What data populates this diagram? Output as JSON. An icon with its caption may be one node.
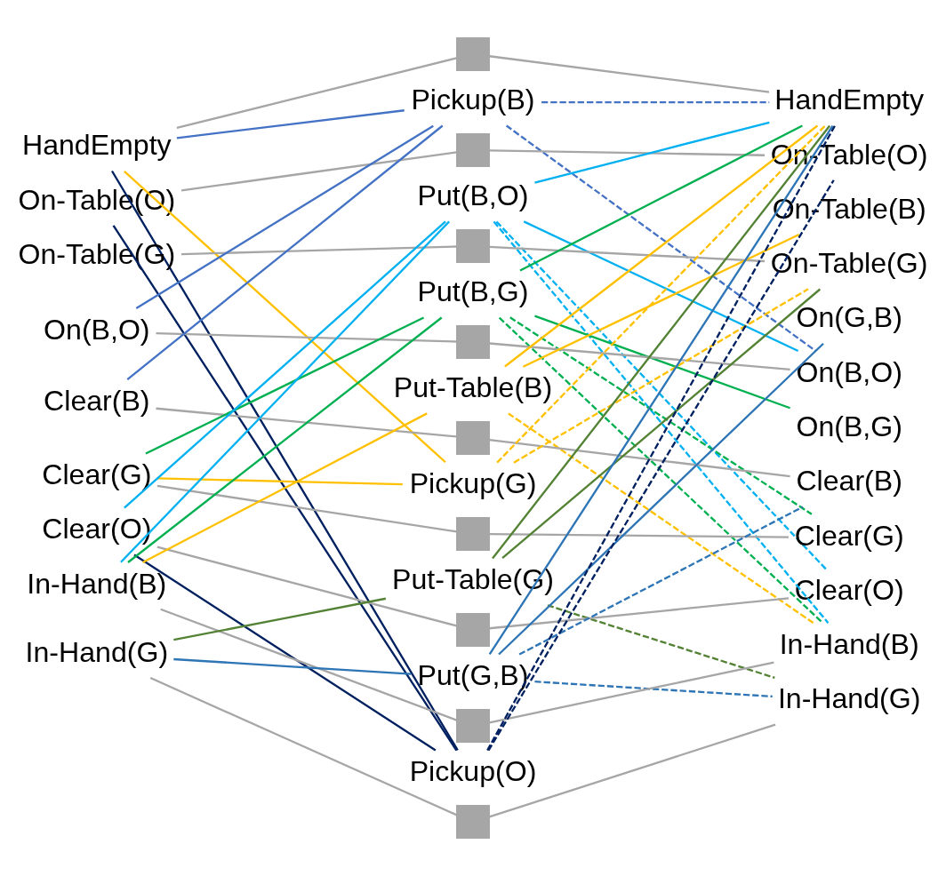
{
  "diagram": {
    "nodes": [
      {
        "text": [
          "HandEmpty"
        ]
      },
      {
        "text": [
          "On-Table(O)"
        ]
      },
      {
        "text": [
          "On-Table(G)"
        ]
      },
      {
        "text": [
          "On(B,O)"
        ]
      },
      {
        "text": [
          "Clear(B)"
        ]
      },
      {
        "text": [
          "Clear(G)"
        ]
      },
      {
        "text": [
          "Clear(O)"
        ]
      },
      {
        "text": [
          "In-Hand(B)"
        ]
      },
      {
        "text": [
          "In-Hand(G)"
        ]
      },
      {
        "text": [],
        "shape": "box"
      },
      {
        "text": [
          "Pickup(B)"
        ]
      },
      {
        "text": [],
        "shape": "box"
      },
      {
        "text": [
          "Put(B,O)"
        ]
      },
      {
        "text": [],
        "shape": "box"
      },
      {
        "text": [
          "Put(B,G)"
        ]
      },
      {
        "text": [],
        "shape": "box"
      },
      {
        "text": [
          "Put-Table(B)"
        ]
      },
      {
        "text": [],
        "shape": "box"
      },
      {
        "text": [
          "Pickup(G)"
        ]
      },
      {
        "text": [],
        "shape": "box"
      },
      {
        "text": [
          "Put-Table(G)"
        ]
      },
      {
        "text": [],
        "shape": "box"
      },
      {
        "text": [
          "Put(G,B)"
        ]
      },
      {
        "text": [],
        "shape": "box"
      },
      {
        "text": [
          "Pickup(O)"
        ]
      },
      {
        "text": [],
        "shape": "box"
      },
      {
        "text": [
          "HandEmpty"
        ]
      },
      {
        "text": [
          "On-Table(O)"
        ]
      },
      {
        "text": [
          "On-Table(B)"
        ]
      },
      {
        "text": [
          "On-Table(G)"
        ]
      },
      {
        "text": [
          "On(G,B)"
        ]
      },
      {
        "text": [
          "On(B,O)"
        ]
      },
      {
        "text": [
          "On(B,G)"
        ]
      },
      {
        "text": [
          "Clear(B)"
        ]
      },
      {
        "text": [
          "Clear(G)"
        ]
      },
      {
        "text": [
          "Clear(O)"
        ]
      },
      {
        "text": [
          "In-Hand(B)"
        ]
      },
      {
        "text": [
          "In-Hand(G)"
        ]
      }
    ],
    "edges": [
      {
        "from": 0,
        "to": 9,
        "arrow": "none"
      },
      {
        "from": 9,
        "to": 26,
        "arrow": "none"
      },
      {
        "from": 1,
        "to": 11,
        "arrow": "none"
      },
      {
        "from": 11,
        "to": 27,
        "arrow": "none"
      },
      {
        "from": 2,
        "to": 13,
        "arrow": "none"
      },
      {
        "from": 13,
        "to": 29,
        "arrow": "none"
      },
      {
        "from": 3,
        "to": 15,
        "arrow": "none"
      },
      {
        "from": 15,
        "to": 31,
        "arrow": "none"
      },
      {
        "from": 4,
        "to": 17,
        "arrow": "none"
      },
      {
        "from": 17,
        "to": 33,
        "arrow": "none"
      },
      {
        "from": 5,
        "to": 19,
        "arrow": "none"
      },
      {
        "from": 19,
        "to": 34,
        "arrow": "none"
      },
      {
        "from": 6,
        "to": 21,
        "arrow": "none"
      },
      {
        "from": 21,
        "to": 35,
        "arrow": "none"
      },
      {
        "from": 7,
        "to": 23,
        "arrow": "none"
      },
      {
        "from": 23,
        "to": 36,
        "arrow": "none"
      },
      {
        "from": 8,
        "to": 25,
        "arrow": "none"
      },
      {
        "from": 25,
        "to": 37,
        "arrow": "none"
      },
      {
        "from": 0,
        "to": 10,
        "arrow": "none",
        "color": "#4472c4"
      },
      {
        "from": 3,
        "to": 10,
        "arrow": "none",
        "color": "#4472c4"
      },
      {
        "from": 4,
        "to": 10,
        "arrow": "none",
        "color": "#4472c4"
      },
      {
        "from": 6,
        "to": 12,
        "arrow": "none",
        "color": "#00b0f0"
      },
      {
        "from": 7,
        "to": 12,
        "arrow": "none",
        "color": "#00b0f0"
      },
      {
        "from": 5,
        "to": 14,
        "arrow": "none",
        "color": "#00b050"
      },
      {
        "from": 7,
        "to": 14,
        "arrow": "none",
        "color": "#00b050"
      },
      {
        "from": 7,
        "to": 16,
        "arrow": "none",
        "color": "#ffc000"
      },
      {
        "from": 0,
        "to": 18,
        "arrow": "none",
        "color": "#ffc000"
      },
      {
        "from": 5,
        "to": 18,
        "arrow": "none",
        "color": "#ffc000"
      },
      {
        "from": 8,
        "to": 20,
        "arrow": "none",
        "color": "#548235"
      },
      {
        "from": 8,
        "to": 22,
        "arrow": "none",
        "color": "#2e75b6"
      },
      {
        "from": 0,
        "to": 24,
        "arrow": "none",
        "color": "#002060"
      },
      {
        "from": 1,
        "to": 24,
        "arrow": "none",
        "color": "#002060"
      },
      {
        "from": 6,
        "to": 24,
        "arrow": "none",
        "color": "#002060"
      },
      {
        "from": 10,
        "to": 26,
        "arrow": "none",
        "style": "dashed",
        "color": "#4472c4"
      },
      {
        "from": 10,
        "to": 31,
        "arrow": "none",
        "style": "dashed",
        "color": "#4472c4"
      },
      {
        "from": 12,
        "to": 26,
        "arrow": "none",
        "color": "#00b0f0"
      },
      {
        "from": 12,
        "to": 31,
        "arrow": "none",
        "color": "#00b0f0"
      },
      {
        "from": 12,
        "to": 35,
        "arrow": "none",
        "style": "dashed",
        "color": "#00b0f0"
      },
      {
        "from": 12,
        "to": 36,
        "arrow": "none",
        "style": "dashed",
        "color": "#00b0f0"
      },
      {
        "from": 14,
        "to": 26,
        "arrow": "none",
        "color": "#00b050"
      },
      {
        "from": 14,
        "to": 32,
        "arrow": "none",
        "color": "#00b050"
      },
      {
        "from": 14,
        "to": 34,
        "arrow": "none",
        "style": "dashed",
        "color": "#00b050"
      },
      {
        "from": 14,
        "to": 36,
        "arrow": "none",
        "style": "dashed",
        "color": "#00b050"
      },
      {
        "from": 16,
        "to": 26,
        "arrow": "none",
        "color": "#ffc000"
      },
      {
        "from": 16,
        "to": 28,
        "arrow": "none",
        "color": "#ffc000"
      },
      {
        "from": 16,
        "to": 36,
        "arrow": "none",
        "style": "dashed",
        "color": "#ffc000"
      },
      {
        "from": 18,
        "to": 26,
        "arrow": "none",
        "style": "dashed",
        "color": "#ffc000"
      },
      {
        "from": 18,
        "to": 29,
        "arrow": "none",
        "style": "dashed",
        "color": "#ffc000"
      },
      {
        "from": 20,
        "to": 26,
        "arrow": "none",
        "color": "#548235"
      },
      {
        "from": 20,
        "to": 29,
        "arrow": "none",
        "color": "#548235"
      },
      {
        "from": 20,
        "to": 37,
        "arrow": "none",
        "style": "dashed",
        "color": "#548235"
      },
      {
        "from": 22,
        "to": 26,
        "arrow": "none",
        "color": "#2e75b6"
      },
      {
        "from": 22,
        "to": 30,
        "arrow": "none",
        "color": "#2e75b6"
      },
      {
        "from": 22,
        "to": 33,
        "arrow": "none",
        "style": "dashed",
        "color": "#2e75b6"
      },
      {
        "from": 22,
        "to": 37,
        "arrow": "none",
        "style": "dashed",
        "color": "#2e75b6"
      },
      {
        "from": 24,
        "to": 26,
        "arrow": "none",
        "style": "dashed",
        "color": "#002060"
      },
      {
        "from": 24,
        "to": 27,
        "arrow": "none",
        "style": "dashed",
        "color": "#002060"
      }
    ]
  }
}
